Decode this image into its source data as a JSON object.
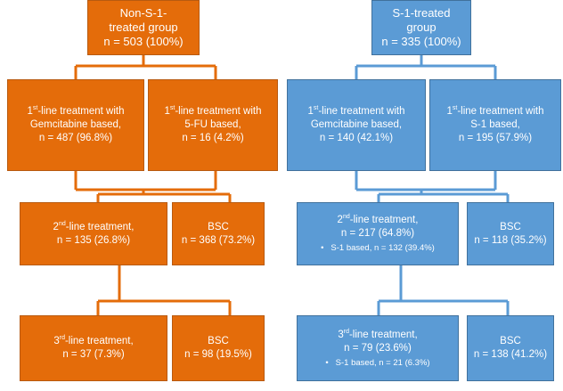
{
  "colors": {
    "orange": "#E46C0A",
    "blue": "#5B9BD5"
  },
  "left": {
    "top": {
      "line1": "Non-S-1-",
      "line2": "treated group",
      "line3": "n = 503 (100%)"
    },
    "gem": {
      "line1_pre": "1",
      "line1_sup": "st",
      "line1_post": "-line treatment with",
      "line2": "Gemcitabine based,",
      "line3": "n = 487 (96.8%)"
    },
    "fu": {
      "line1_pre": "1",
      "line1_sup": "st",
      "line1_post": "-line treatment with",
      "line2": "5-FU based,",
      "line3": "n = 16 (4.2%)"
    },
    "second": {
      "line1_pre": "2",
      "line1_sup": "nd",
      "line1_post": "-line treatment,",
      "line2": "n = 135 (26.8%)"
    },
    "bsc1": {
      "line1": "BSC",
      "line2": "n = 368 (73.2%)"
    },
    "third": {
      "line1_pre": "3",
      "line1_sup": "rd",
      "line1_post": "-line treatment,",
      "line2": "n = 37 (7.3%)"
    },
    "bsc2": {
      "line1": "BSC",
      "line2": "n = 98 (19.5%)"
    }
  },
  "right": {
    "top": {
      "line1": "S-1-treated",
      "line2": "group",
      "line3": "n = 335 (100%)"
    },
    "gem": {
      "line1_pre": "1",
      "line1_sup": "st",
      "line1_post": "-line treatment with",
      "line2": "Gemcitabine based,",
      "line3": "n = 140 (42.1%)"
    },
    "s1": {
      "line1_pre": "1",
      "line1_sup": "st",
      "line1_post": "-line treatment with",
      "line2": "S-1 based,",
      "line3": "n = 195 (57.9%)"
    },
    "second": {
      "line1_pre": "2",
      "line1_sup": "nd",
      "line1_post": "-line treatment,",
      "line2": "n = 217 (64.8%)",
      "bullet": "S-1 based, n = 132 (39.4%)"
    },
    "bsc1": {
      "line1": "BSC",
      "line2": "n = 118 (35.2%)"
    },
    "third": {
      "line1_pre": "3",
      "line1_sup": "rd",
      "line1_post": "-line treatment,",
      "line2": "n = 79 (23.6%)",
      "bullet": "S-1 based, n = 21 (6.3%)"
    },
    "bsc2": {
      "line1": "BSC",
      "line2": "n = 138 (41.2%)"
    }
  }
}
